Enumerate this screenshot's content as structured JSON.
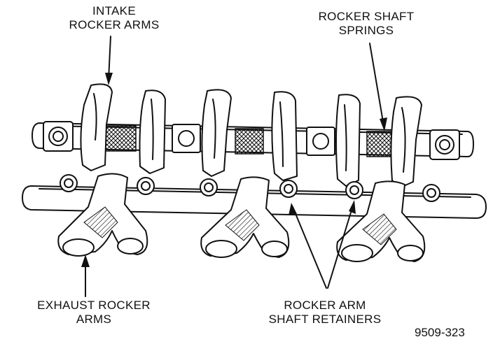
{
  "labels": {
    "intake": [
      "INTAKE",
      "ROCKER ARMS"
    ],
    "springs": [
      "ROCKER SHAFT",
      "SPRINGS"
    ],
    "exhaust": [
      "EXHAUST ROCKER",
      "ARMS"
    ],
    "retainers": [
      "ROCKER ARM",
      "SHAFT RETAINERS"
    ]
  },
  "figure_number": "9509-323"
}
